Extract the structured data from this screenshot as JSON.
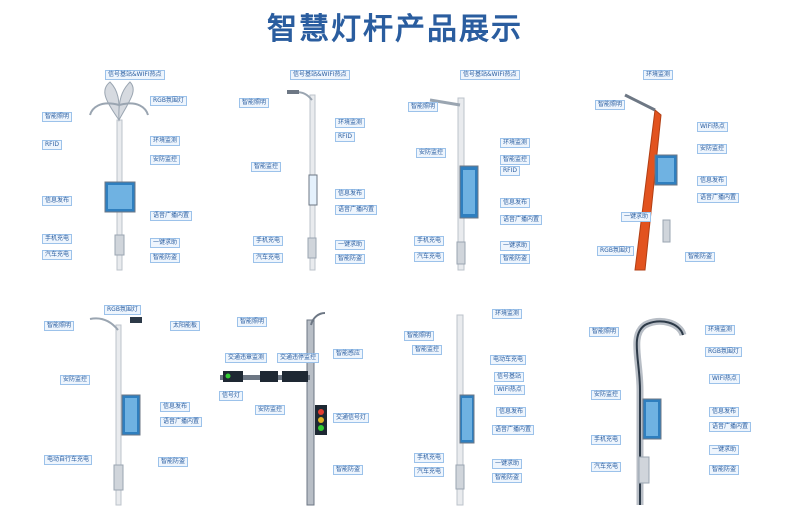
{
  "title": "智慧灯杆产品展示",
  "panels": [
    {
      "labels": [
        "信号基站&WIFI热点",
        "RGB氛围灯",
        "智能照明",
        "环境监测",
        "RFID",
        "安防监控",
        "信息发布",
        "语音广播内置",
        "手机充电",
        "一键求助",
        "汽车充电",
        "智能防盗"
      ]
    },
    {
      "labels": [
        "信号基站&WIFI热点",
        "智能照明",
        "环境监测",
        "RFID",
        "智能监控",
        "信息发布",
        "语音广播内置",
        "手机充电",
        "一键求助",
        "汽车充电",
        "智能防盗"
      ]
    },
    {
      "labels": [
        "信号基站&WIFI热点",
        "智能照明",
        "环境监测",
        "安防监控",
        "智能监控",
        "RFID",
        "信息发布",
        "语音广播内置",
        "手机充电",
        "一键求助",
        "汽车充电",
        "智能防盗"
      ]
    },
    {
      "labels": [
        "环境监测",
        "智能照明",
        "WIFI热点",
        "安防监控",
        "信息发布",
        "语音广播内置",
        "一键求助",
        "RGB氛围灯",
        "智能防盗"
      ]
    },
    {
      "labels": [
        "RGB氛围灯",
        "智能照明",
        "太阳能板",
        "安防监控",
        "信息发布",
        "语音广播内置",
        "电动自行车充电",
        "智能防盗"
      ]
    },
    {
      "labels": [
        "智能照明",
        "交通违章监测",
        "交通违停监控",
        "智能感应",
        "安防监控",
        "交通信号灯",
        "信号灯",
        "智能防盗"
      ]
    },
    {
      "labels": [
        "环境监测",
        "智能照明",
        "智能监控",
        "电动车充电",
        "信号基站",
        "WIFI热点",
        "信息发布",
        "语音广播内置",
        "手机充电",
        "一键求助",
        "汽车充电",
        "智能防盗"
      ]
    },
    {
      "labels": [
        "智能照明",
        "环境监测",
        "RGB氛围灯",
        "WIFI热点",
        "安防监控",
        "信息发布",
        "语音广播内置",
        "手机充电",
        "一键求助",
        "汽车充电",
        "智能防盗"
      ]
    }
  ]
}
